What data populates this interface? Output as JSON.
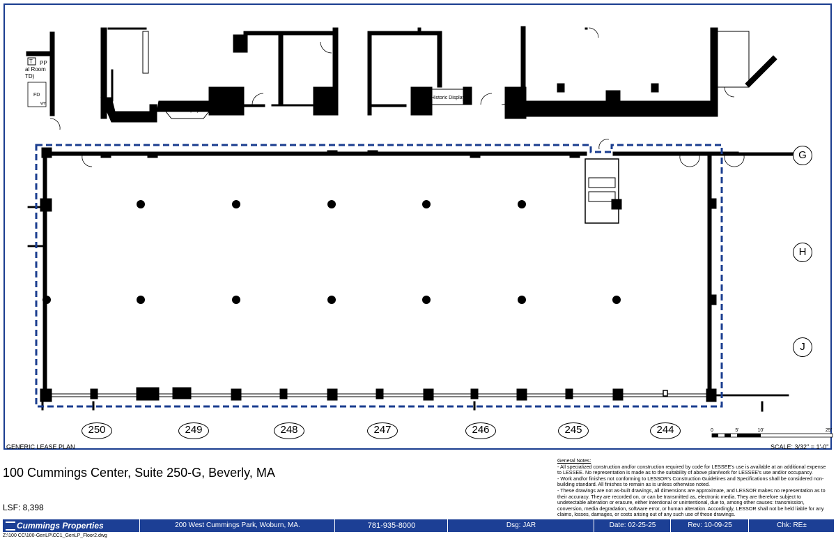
{
  "plan": {
    "sheet_type": "GENERIC LEASE PLAN",
    "scale_label": "SCALE: 3/32\" = 1'-0\"",
    "historic_display_labels": [
      "Historic Display",
      "Historic Display"
    ],
    "room_fragments": [
      "PP",
      "T",
      "al Room",
      "TD)",
      "FD",
      "WH"
    ],
    "bays": [
      "250",
      "249",
      "248",
      "247",
      "246",
      "245",
      "244"
    ],
    "grid_lines": [
      "G",
      "H",
      "J"
    ],
    "scale_bar_ticks": [
      "0",
      "5'",
      "10'",
      "25'"
    ]
  },
  "title_block": {
    "address": "100 Cummings Center, Suite 250-G, Beverly, MA",
    "lsf": "LSF: 8,398",
    "notes_heading": "General Notes:",
    "notes": [
      "- All specialized construction and/or construction required by code for LESSEE's use is available at an additional expense to LESSEE. No representation is made as to the suitability of above plan/work for LESSEE's use and/or occupancy.",
      "- Work and/or finishes not conforming to LESSOR's Construction Guidelines and Specifications shall be considered non-building standard. All finishes to remain as is unless otherwise noted.",
      "- These drawings are not as-built drawings, all dimensions are approximate, and LESSOR makes no representation as to their accuracy. They are recorded on, or can be transmitted as, electronic media. They are therefore subject to undetectable alteration or erasure, either intentional or unintentional, due to, among other causes: transmission, conversion, media degradation, software error, or human alteration. Accordingly, LESSOR shall not be held liable for any claims, losses, damages, or costs arising out of any such use of these drawings."
    ]
  },
  "footer": {
    "brand": "Cummings Properties",
    "office_address": "200 West Cummings Park, Woburn, MA.",
    "phone": "781-935-8000",
    "designer": "Dsg: JAR",
    "date": "Date: 02-25-25",
    "revision": "Rev: 10-09-25",
    "checker": "Chk: RE±"
  },
  "file_path": "Z:\\100 CC\\100-GenLP\\CC1_GenLP_Floor2.dwg",
  "colors": {
    "brand_blue": "#1c3f95",
    "suite_outline": "#1a3d8f"
  }
}
